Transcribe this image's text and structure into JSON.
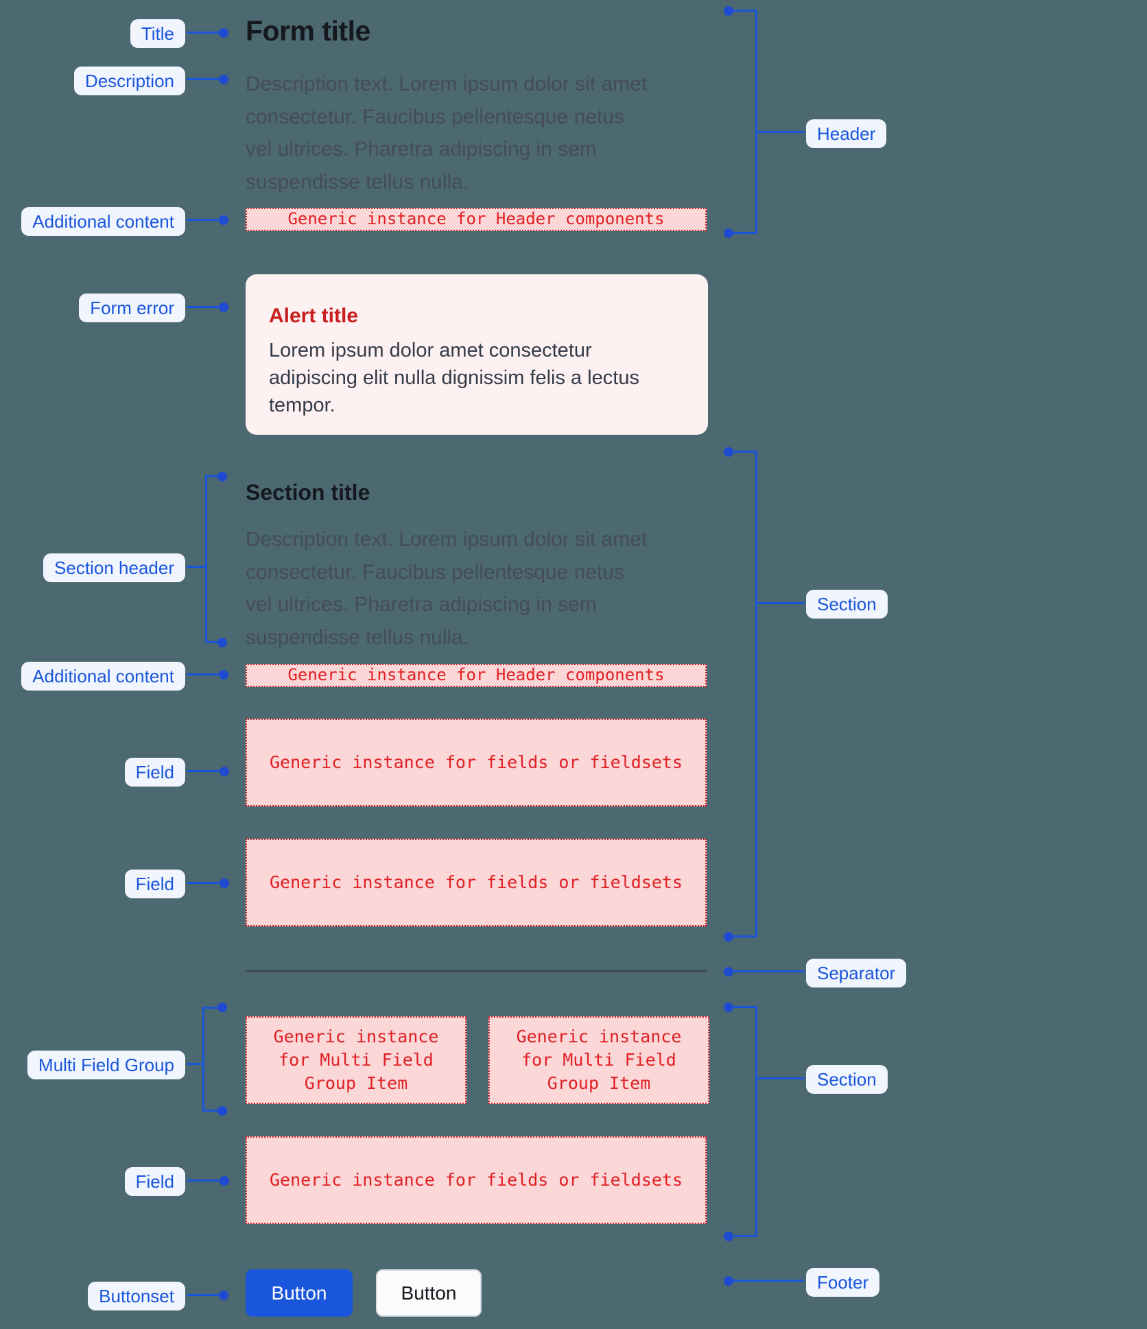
{
  "colors": {
    "background": "#4c6870",
    "annotation_blue": "#1a56db",
    "placeholder_pink": "#fbd7d7",
    "placeholder_red": "#df2026",
    "alert_background": "#fdf1f1",
    "alert_red": "#c81e1e",
    "primary_button_blue": "#1a56db",
    "title_dark": "#15181e",
    "body_gray": "#454c5a"
  },
  "annotations": {
    "left": [
      "Title",
      "Description",
      "Additional content",
      "Form error",
      "Section header",
      "Additional content",
      "Field",
      "Field",
      "Multi Field Group",
      "Field",
      "Buttonset"
    ],
    "right": [
      "Header",
      "Section",
      "Separator",
      "Section",
      "Footer"
    ]
  },
  "form": {
    "title": "Form title",
    "description_lines": [
      "Description text. Lorem ipsum dolor sit amet",
      "consectetur. Faucibus pellentesque netus",
      "vel ultrices. Pharetra adipiscing in sem",
      "suspendisse tellus nulla."
    ],
    "header_placeholder": "Generic instance for Header components",
    "alert": {
      "title": "Alert title",
      "body_lines": [
        "Lorem ipsum dolor amet consectetur",
        "adipiscing elit nulla dignissim felis a lectus",
        "tempor."
      ]
    },
    "section": {
      "title": "Section title",
      "description_lines": [
        "Description text. Lorem ipsum dolor sit amet",
        "consectetur. Faucibus pellentesque netus",
        "vel ultrices. Pharetra adipiscing in sem",
        "suspendisse tellus nulla."
      ],
      "header_placeholder": "Generic instance for Header components"
    },
    "field_placeholder": "Generic instance for fields or fieldsets",
    "multi_field_lines": [
      "Generic instance",
      "for Multi Field",
      "Group Item"
    ],
    "buttons": {
      "primary": "Button",
      "secondary": "Button"
    }
  }
}
